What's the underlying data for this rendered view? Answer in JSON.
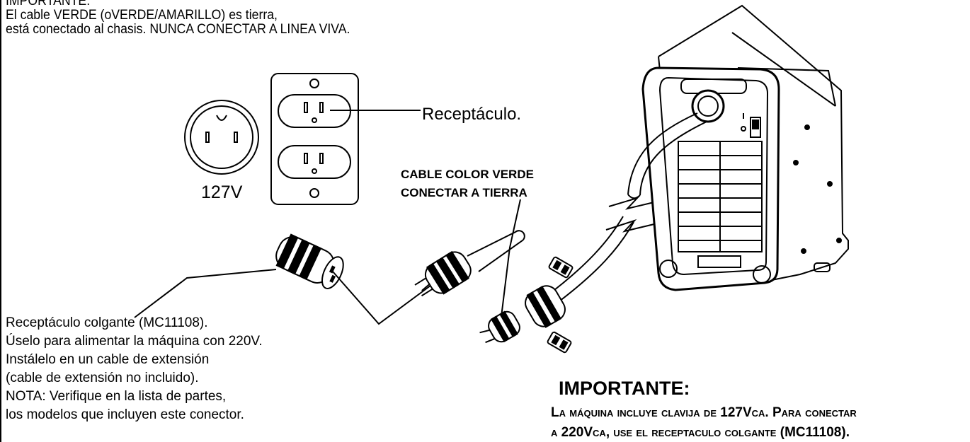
{
  "top_note": {
    "line1": "IMPORTANTE:",
    "line2": "El cable VERDE (oVERDE/AMARILLO) es tierra,",
    "line3": "está conectado al chasis. NUNCA CONECTAR A LINEA VIVA."
  },
  "receptacle_label": "Receptáculo.",
  "voltage_label": "127V",
  "cable_label": {
    "line1": "CABLE COLOR VERDE",
    "line2": "CONECTAR A TIERRA"
  },
  "pendant_notes": [
    "Receptáculo colgante (MC11108).",
    "Úselo para alimentar la máquina con 220V.",
    "Instálelo en un cable de extensión",
    "(cable de extensión no incluido).",
    "NOTA: Verifique en la lista de partes,",
    "los modelos que incluyen este conector."
  ],
  "bottom_note": {
    "title": "IMPORTANTE:",
    "line1": "La máquina incluye clavija de 127Vca. Para conectar",
    "line2": "a 220Vca, use el receptaculo colgante (MC11108)."
  }
}
